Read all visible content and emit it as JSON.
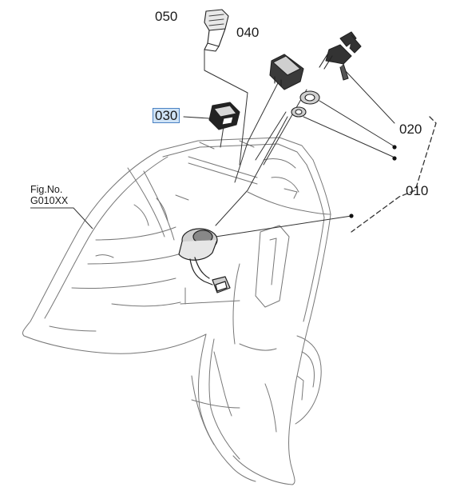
{
  "part_labels": {
    "p050": "050",
    "p040": "040",
    "p030": "030",
    "p020": "020",
    "p010": "010"
  },
  "figure_ref": {
    "line1": "Fig.No.",
    "line2": "G010XX"
  },
  "highlight_color": "#cfe3f6",
  "highlight_border": "#4b82c3",
  "selected_part": "030"
}
